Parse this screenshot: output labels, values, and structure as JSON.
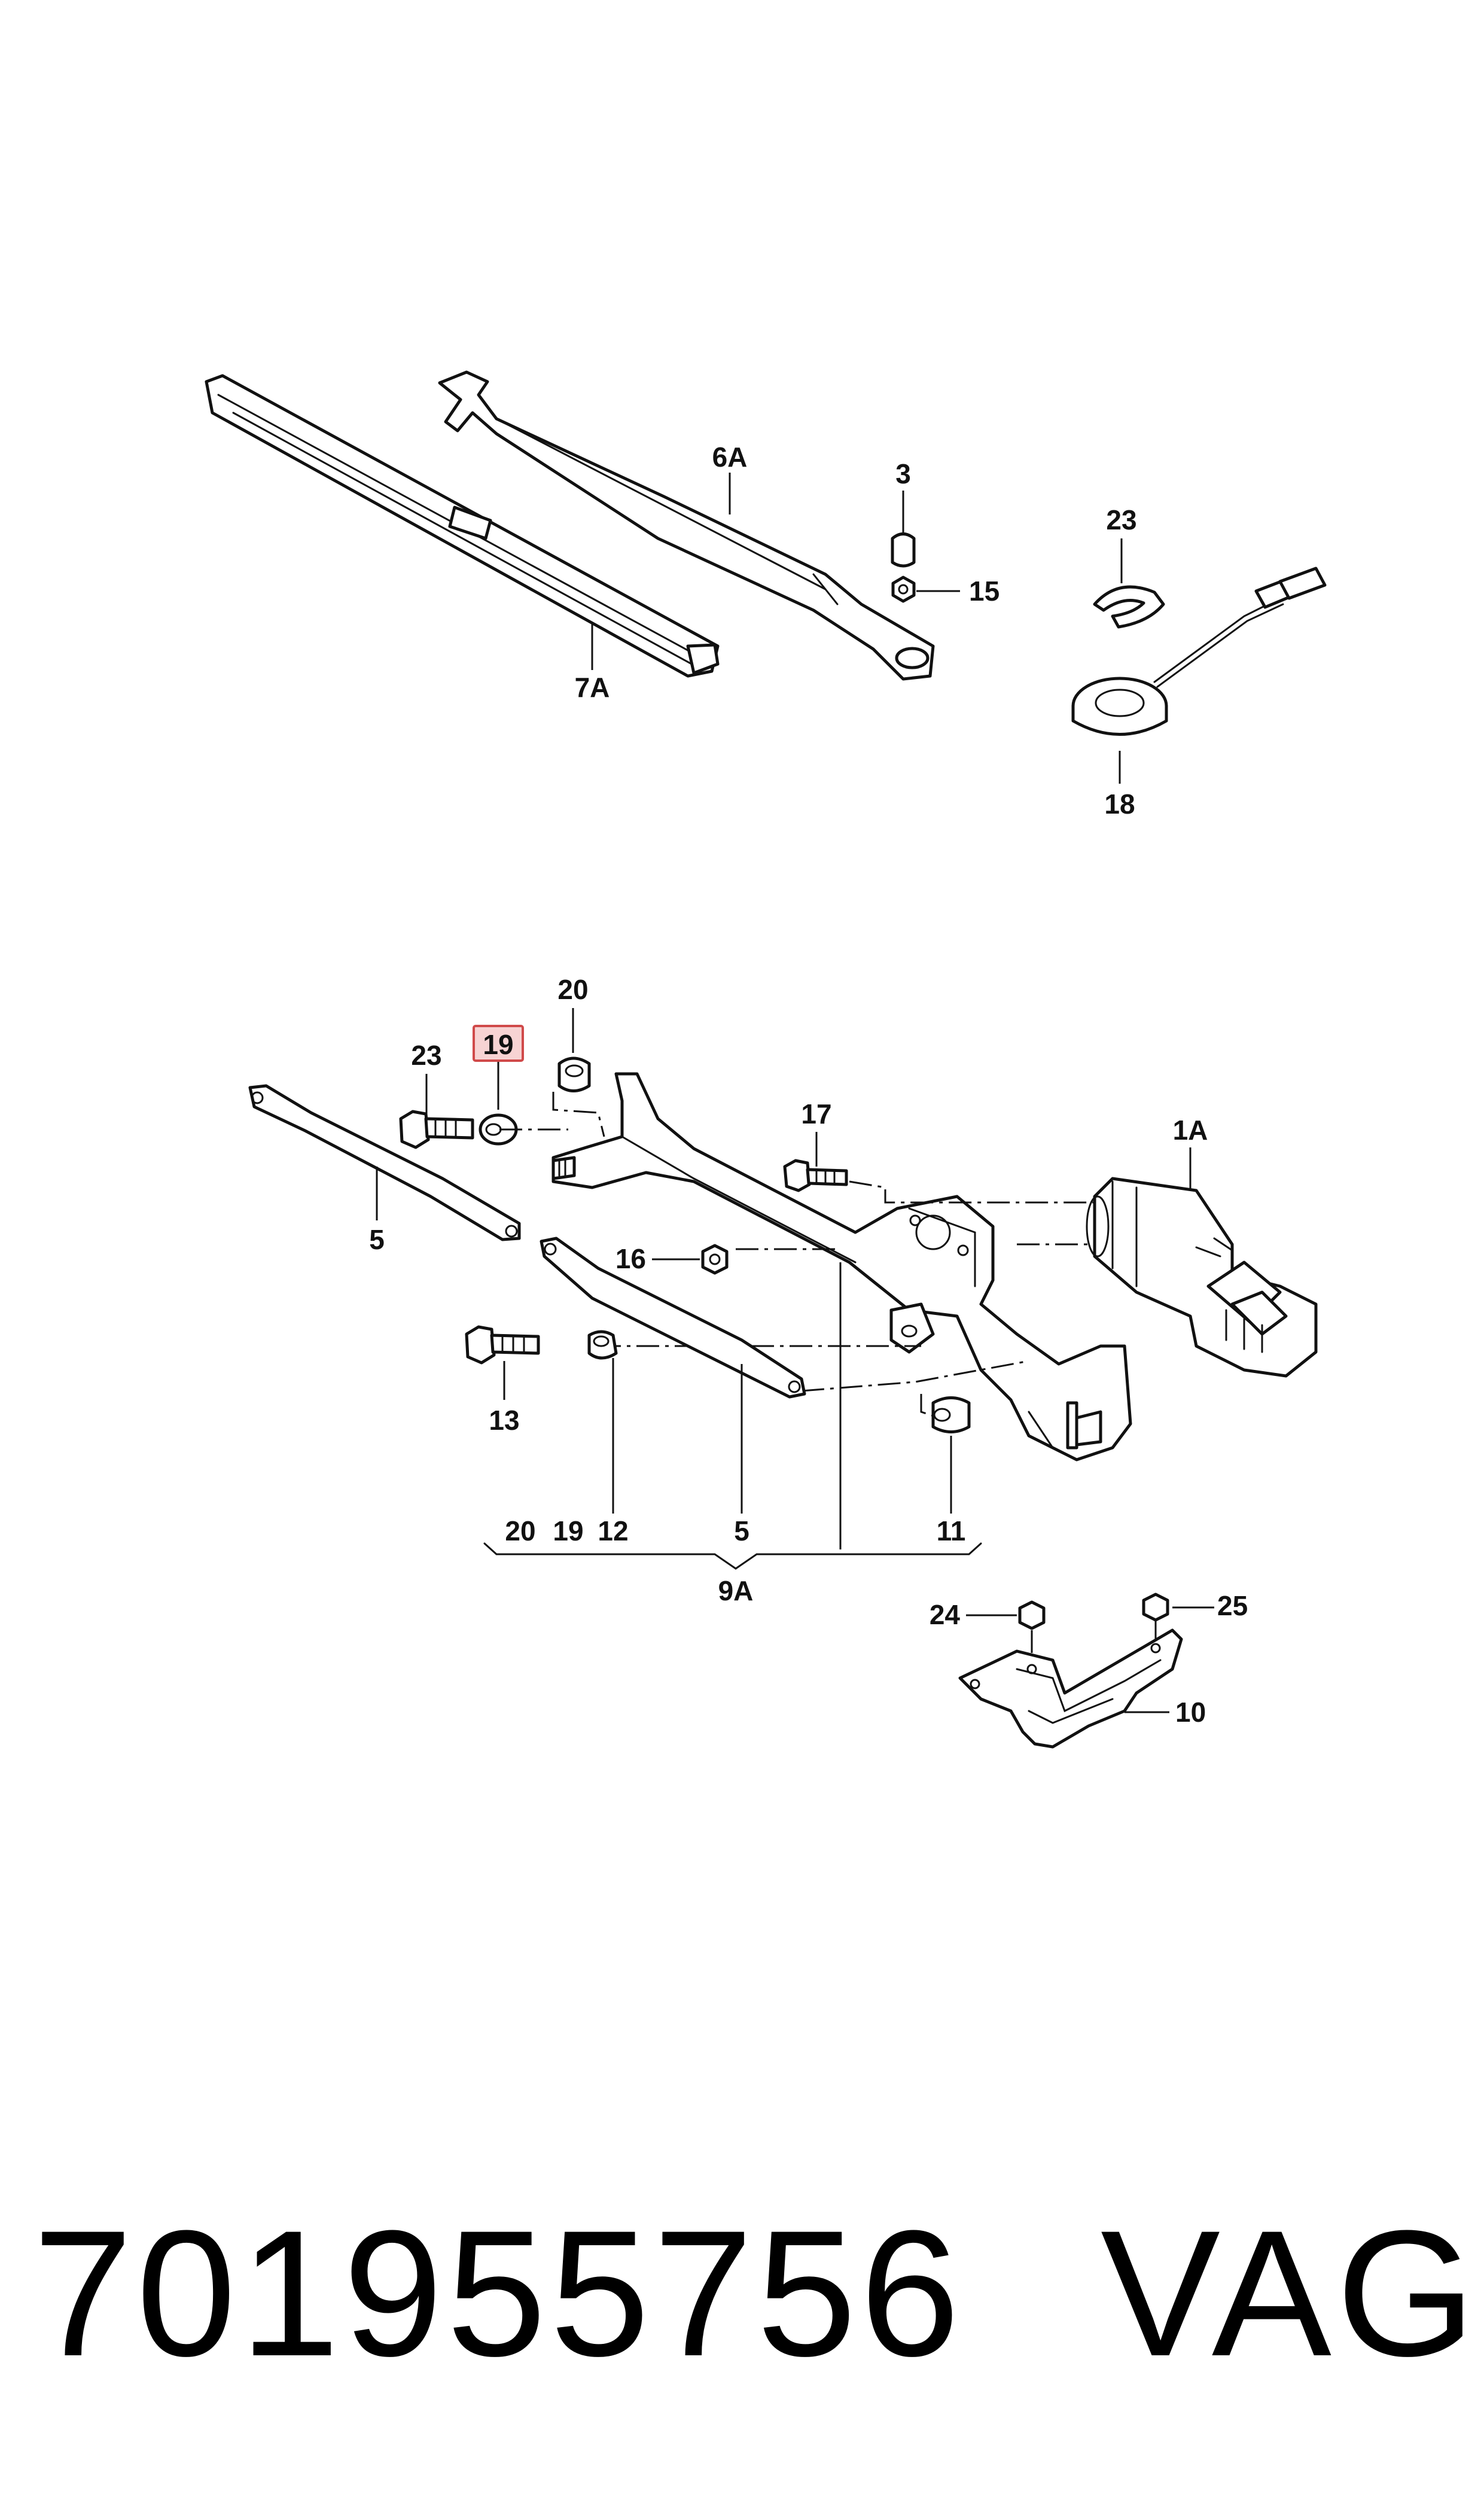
{
  "callouts": {
    "c7A": "7A",
    "c6A": "6A",
    "c3": "3",
    "c15": "15",
    "c23a": "23",
    "c18": "18",
    "c20": "20",
    "c19": "19",
    "c23b": "23",
    "c17": "17",
    "c1A": "1A",
    "c5a": "5",
    "c16": "16",
    "c13": "13",
    "c11": "11",
    "g20": "20",
    "g19": "19",
    "g12": "12",
    "g5": "5",
    "g11": "11",
    "c9A": "9A",
    "c24": "24",
    "c25": "25",
    "c10": "10"
  },
  "highlight": {
    "callout": "19",
    "color": "#d04a4a",
    "fill": "#f7d3d3"
  },
  "footer": {
    "part_number": "701955756",
    "brand": "VAG"
  }
}
